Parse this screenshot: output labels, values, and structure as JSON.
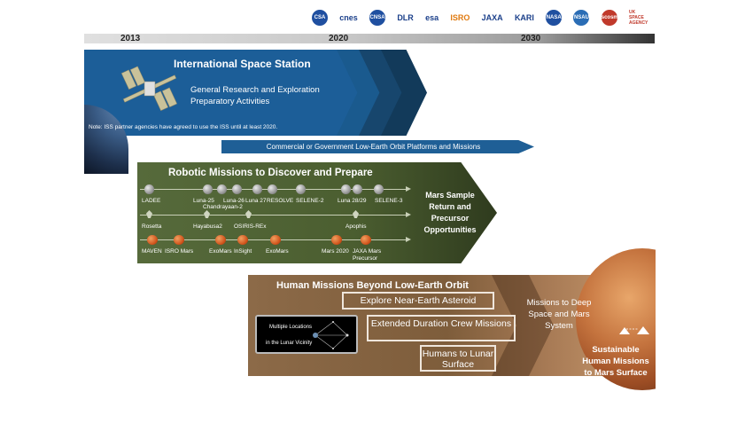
{
  "agencies": [
    "CSA",
    "cnes",
    "CNSA",
    "DLR",
    "esa",
    "ISRO",
    "JAXA",
    "KARI",
    "NASA",
    "NSAU",
    "Roscosmos",
    "UK SPACE AGENCY"
  ],
  "timeline": {
    "years": [
      "2013",
      "2020",
      "2030"
    ]
  },
  "iss": {
    "title": "International Space Station",
    "subtitle": "General Research and Exploration Preparatory Activities",
    "note": "Note: ISS partner agencies have agreed to use the ISS until at least 2020.",
    "leo_arrow": "Commercial or Government Low-Earth Orbit Platforms and Missions"
  },
  "robotic": {
    "title": "Robotic Missions to Discover and Prepare",
    "destination": "Mars Sample Return and Precursor Opportunities",
    "row1": [
      "LADEE",
      "Luna-25",
      "Luna-26",
      "Luna 27",
      "RESOLVE",
      "SELENE-2",
      "Luna 28/29",
      "SELENE-3",
      "Chandrayaan-2"
    ],
    "row2": [
      "Rosetta",
      "Hayabusa2",
      "OSIRIS-REx",
      "Apophis"
    ],
    "row3": [
      "MAVEN",
      "ISRO Mars",
      "ExoMars",
      "InSight",
      "ExoMars",
      "Mars 2020",
      "JAXA Mars Precursor"
    ]
  },
  "human": {
    "title": "Human Missions Beyond Low-Earth Orbit",
    "box_asteroid": "Explore Near-Earth Asteroid",
    "box_crew": "Extended Duration Crew Missions",
    "box_lunar": "Humans to Lunar Surface",
    "lunar_vicinity_1": "Multiple Locations",
    "lunar_vicinity_2": "in the Lunar Vicinity",
    "deep_space": "Missions to Deep Space and Mars System",
    "sustainable": "Sustainable Human Missions to Mars Surface"
  },
  "colors": {
    "iss_blue": "#1c5e98",
    "robot_green": "#566a3b",
    "human_brown": "#8c6a48"
  }
}
